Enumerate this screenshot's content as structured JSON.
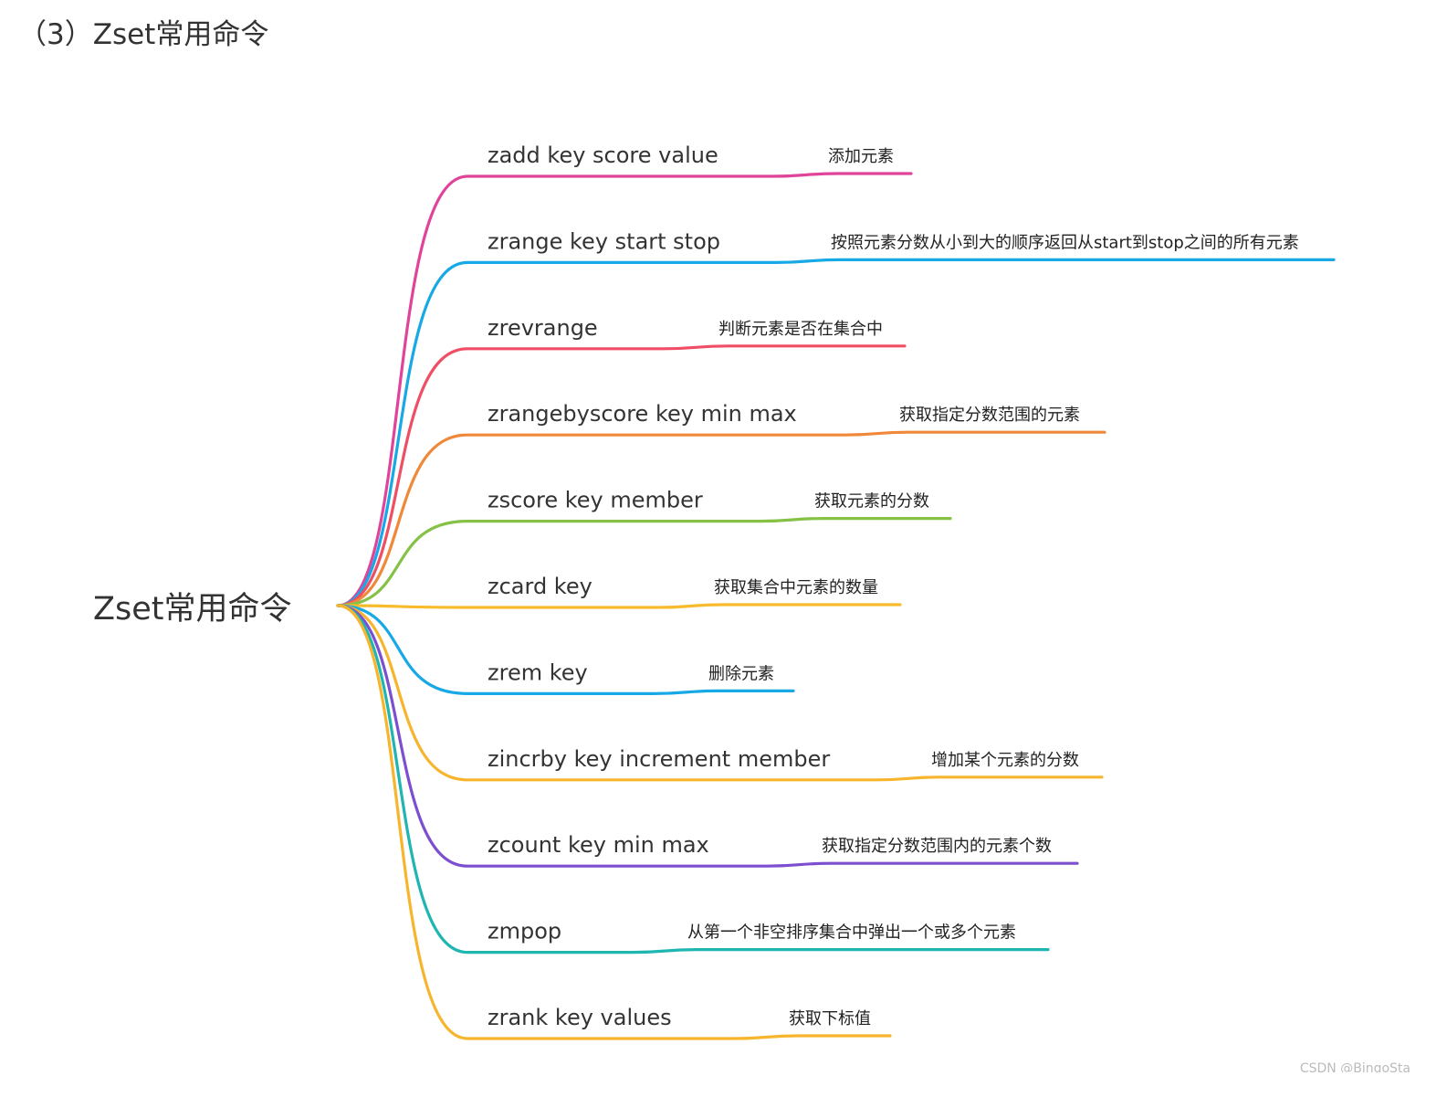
{
  "heading": "（3）Zset常用命令",
  "root": "Zset常用命令",
  "branches": [
    {
      "command": "zadd key score value",
      "desc": "添加元素",
      "color": "#e0449a"
    },
    {
      "command": "zrange key start stop",
      "desc": "按照元素分数从小到大的顺序返回从start到stop之间的所有元素",
      "color": "#17a8e6"
    },
    {
      "command": "zrevrange",
      "desc": "判断元素是否在集合中",
      "color": "#ef4e64"
    },
    {
      "command": "zrangebyscore key min max",
      "desc": "获取指定分数范围的元素",
      "color": "#f0883a"
    },
    {
      "command": "zscore key member",
      "desc": "获取元素的分数",
      "color": "#84c145"
    },
    {
      "command": "zcard key",
      "desc": "获取集合中元素的数量",
      "color": "#f7bb2c"
    },
    {
      "command": "zrem key",
      "desc": "删除元素",
      "color": "#17a8e6"
    },
    {
      "command": "zincrby key increment member",
      "desc": "增加某个元素的分数",
      "color": "#f7b52e"
    },
    {
      "command": "zcount key min max",
      "desc": "获取指定分数范围内的元素个数",
      "color": "#7b4fd0"
    },
    {
      "command": "zmpop",
      "desc": "从第一个非空排序集合中弹出一个或多个元素",
      "color": "#1fb6b1"
    },
    {
      "command": "zrank key values",
      "desc": "获取下标值",
      "color": "#f7b52e"
    }
  ],
  "watermark": "CSDN @BingoSta"
}
